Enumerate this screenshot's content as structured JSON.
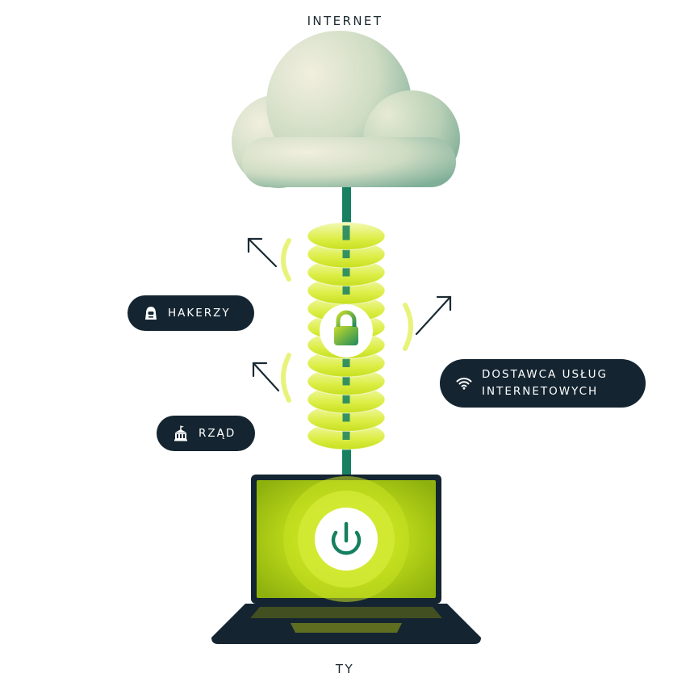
{
  "labels": {
    "top": "INTERNET",
    "bottom": "TY"
  },
  "threats": {
    "hackers": {
      "label": "HAKERZY",
      "icon": "hacker-icon"
    },
    "government": {
      "label": "RZĄD",
      "icon": "government-building-icon"
    },
    "isp": {
      "line1": "DOSTAWCA USŁUG",
      "line2": "INTERNETOWYCH",
      "icon": "wifi-icon"
    }
  },
  "icons": {
    "cloud": "cloud-icon",
    "lock": "lock-icon",
    "power": "power-icon",
    "laptop": "laptop-icon",
    "arrow": "arrow-up-left-icon"
  },
  "colors": {
    "navy": "#142531",
    "cable": "#168060",
    "lime": "#d4ea2a",
    "lime_light": "#eef7a0",
    "cloud_light": "#efeedd",
    "cloud_dark": "#7fae98"
  }
}
